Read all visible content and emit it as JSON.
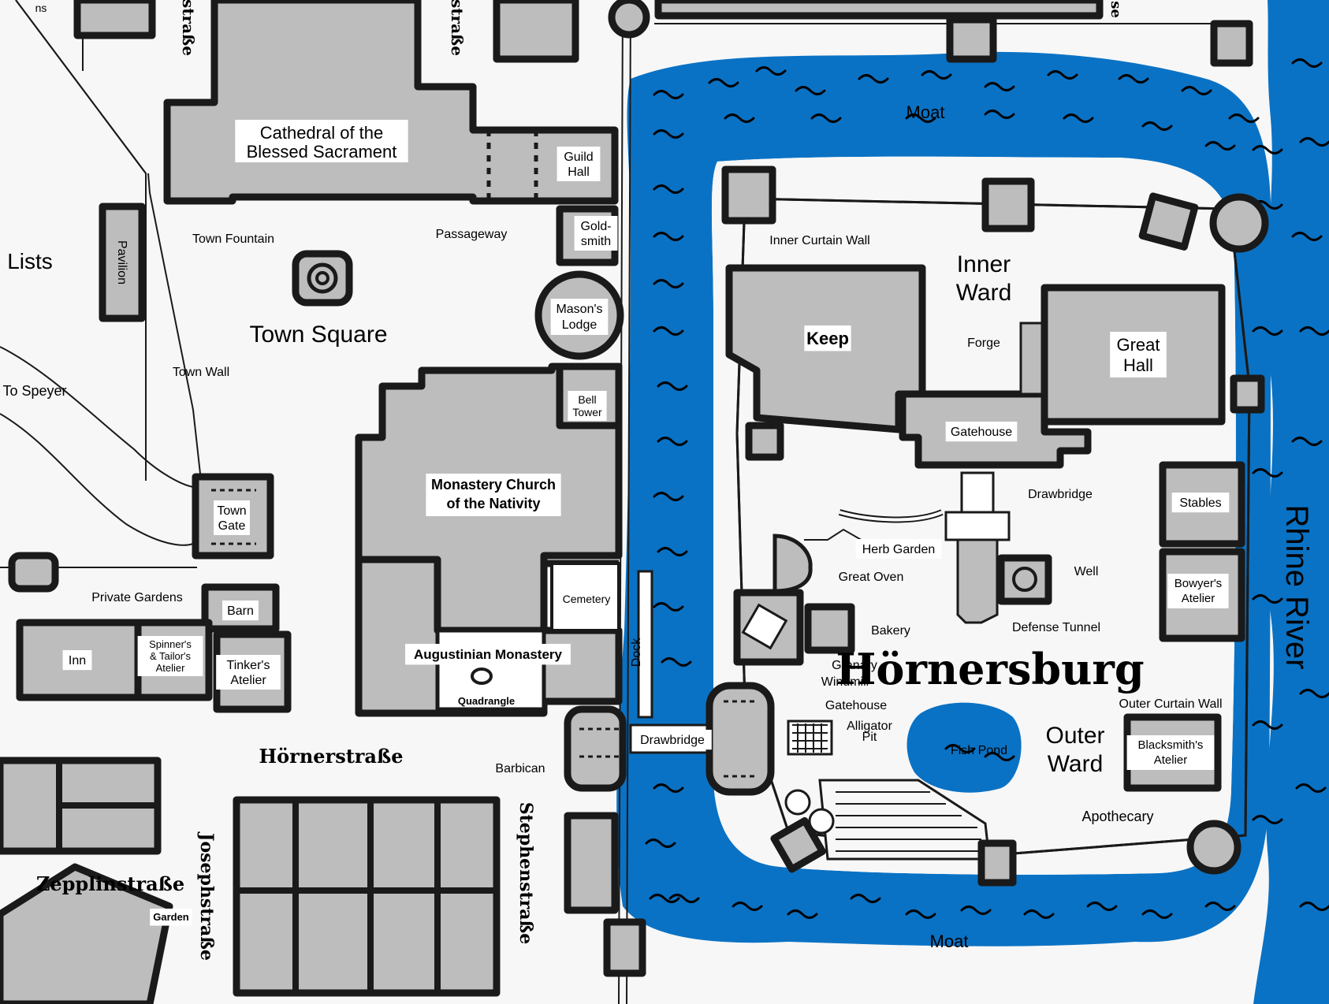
{
  "map": {
    "title": "Hörnersburg",
    "labels": {
      "cathedral": [
        "Cathedral of the",
        "Blessed Sacrament"
      ],
      "guild_hall": [
        "Guild",
        "Hall"
      ],
      "passageway": "Passageway",
      "goldsmith": [
        "Gold-",
        "smith"
      ],
      "town_fountain": "Town Fountain",
      "lists": "Lists",
      "pavilion": "Pavilion",
      "town_square": "Town Square",
      "masons_lodge": [
        "Mason's",
        "Lodge"
      ],
      "town_wall": "Town Wall",
      "to_speyer": "To Speyer",
      "bell_tower": [
        "Bell",
        "Tower"
      ],
      "monastery_church": [
        "Monastery Church",
        "of the Nativity"
      ],
      "town_gate": [
        "Town",
        "Gate"
      ],
      "cemetery": "Cemetery",
      "private_gardens": "Private Gardens",
      "barn": "Barn",
      "inn": "Inn",
      "spinners": [
        "Spinner's",
        "& Tailor's",
        "Atelier"
      ],
      "tinkers": [
        "Tinker's",
        "Atelier"
      ],
      "augustinian": "Augustinian Monastery",
      "quadrangle": "Quadrangle",
      "dock": "Dock",
      "drawbridge_town": "Drawbridge",
      "barbican": "Barbican",
      "hornerstrasse": "Hörnerstraße",
      "stephenstrasse": "Stephenstraße",
      "josephstrasse": "Josephstraße",
      "zepplinstrasse": "Zepplinstraße",
      "garden": "Garden",
      "moat_top": "Moat",
      "moat_bottom": "Moat",
      "inner_curtain_wall": "Inner Curtain Wall",
      "inner_ward": [
        "Inner",
        "Ward"
      ],
      "keep": "Keep",
      "forge": "Forge",
      "great_hall": [
        "Great",
        "Hall"
      ],
      "gatehouse_inner": "Gatehouse",
      "drawbridge_inner": "Drawbridge",
      "stables": "Stables",
      "herb_garden": "Herb Garden",
      "great_oven": "Great Oven",
      "well": "Well",
      "bowyers": [
        "Bowyer's",
        "Atelier"
      ],
      "bakery": "Bakery",
      "defense_tunnel": "Defense Tunnel",
      "granary": "Granary",
      "windmill": "Windmill",
      "outer_curtain_wall": "Outer Curtain Wall",
      "gatehouse_outer": "Gatehouse",
      "alligator_pit": [
        "Alligator",
        "Pit"
      ],
      "fish_pond": "Fish Pond",
      "outer_ward": [
        "Outer",
        "Ward"
      ],
      "blacksmiths": [
        "Blacksmith's",
        "Atelier"
      ],
      "apothecary": "Apothecary",
      "rhine_river": "Rhine River",
      "edge_ns": "ns",
      "street_top1": "straße",
      "street_top2": "straße",
      "street_top3": "se"
    },
    "colors": {
      "water": "#0a72c4",
      "building": "#bdbdbd",
      "outline": "#1a1a1a",
      "ground": "#f7f7f7"
    }
  }
}
